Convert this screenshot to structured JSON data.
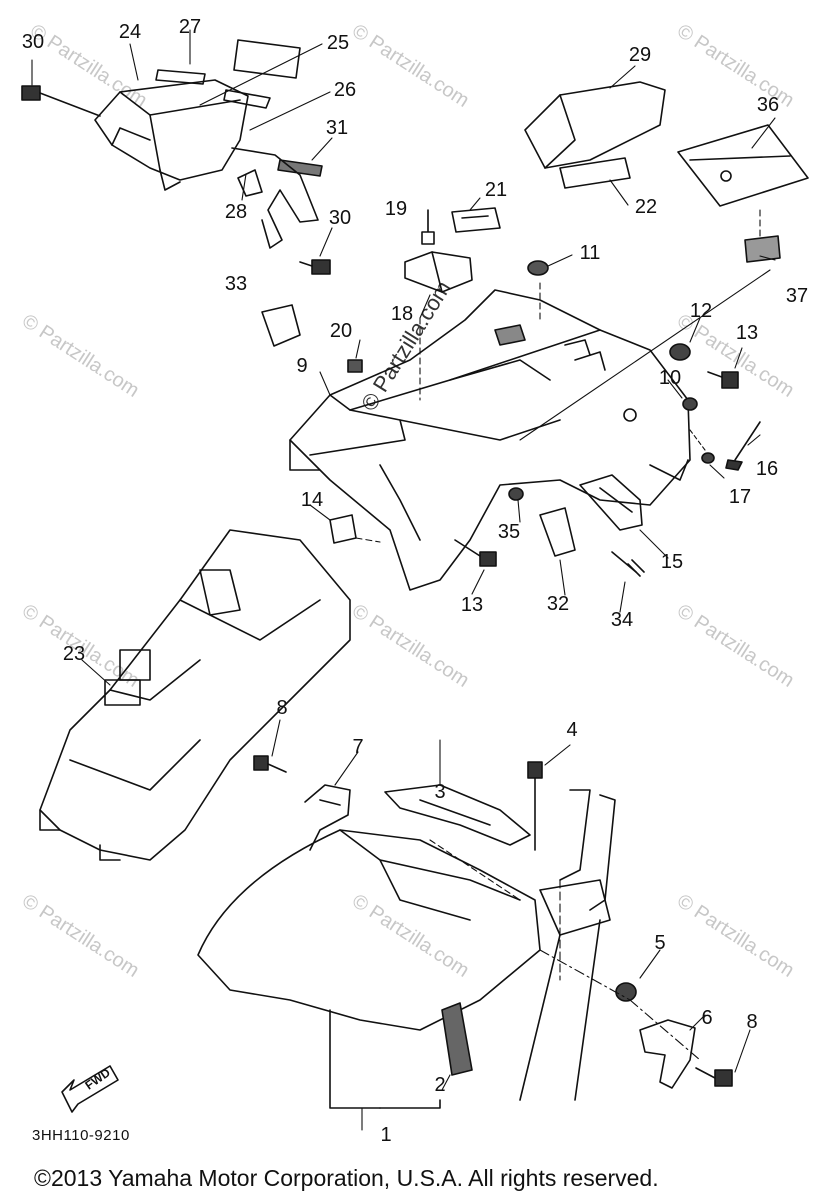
{
  "callouts": [
    {
      "id": "1",
      "label": "1"
    },
    {
      "id": "2",
      "label": "2"
    },
    {
      "id": "3",
      "label": "3"
    },
    {
      "id": "4",
      "label": "4"
    },
    {
      "id": "5",
      "label": "5"
    },
    {
      "id": "6",
      "label": "6"
    },
    {
      "id": "7",
      "label": "7"
    },
    {
      "id": "8a",
      "label": "8"
    },
    {
      "id": "8b",
      "label": "8"
    },
    {
      "id": "9",
      "label": "9"
    },
    {
      "id": "10",
      "label": "10"
    },
    {
      "id": "11",
      "label": "11"
    },
    {
      "id": "12",
      "label": "12"
    },
    {
      "id": "13a",
      "label": "13"
    },
    {
      "id": "13b",
      "label": "13"
    },
    {
      "id": "14",
      "label": "14"
    },
    {
      "id": "15",
      "label": "15"
    },
    {
      "id": "16",
      "label": "16"
    },
    {
      "id": "17",
      "label": "17"
    },
    {
      "id": "18",
      "label": "18"
    },
    {
      "id": "19",
      "label": "19"
    },
    {
      "id": "20",
      "label": "20"
    },
    {
      "id": "21",
      "label": "21"
    },
    {
      "id": "22",
      "label": "22"
    },
    {
      "id": "23",
      "label": "23"
    },
    {
      "id": "24",
      "label": "24"
    },
    {
      "id": "25",
      "label": "25"
    },
    {
      "id": "26",
      "label": "26"
    },
    {
      "id": "27",
      "label": "27"
    },
    {
      "id": "28",
      "label": "28"
    },
    {
      "id": "29",
      "label": "29"
    },
    {
      "id": "30a",
      "label": "30"
    },
    {
      "id": "30b",
      "label": "30"
    },
    {
      "id": "31",
      "label": "31"
    },
    {
      "id": "32",
      "label": "32"
    },
    {
      "id": "33",
      "label": "33"
    },
    {
      "id": "34",
      "label": "34"
    },
    {
      "id": "35",
      "label": "35"
    },
    {
      "id": "36",
      "label": "36"
    },
    {
      "id": "37",
      "label": "37"
    }
  ],
  "watermark_text": "© Partzilla.com",
  "fwd_label": "FWD",
  "diagram_code": "3HH110-9210",
  "copyright": "©2013  Yamaha Motor Corporation, U.S.A. All rights reserved."
}
